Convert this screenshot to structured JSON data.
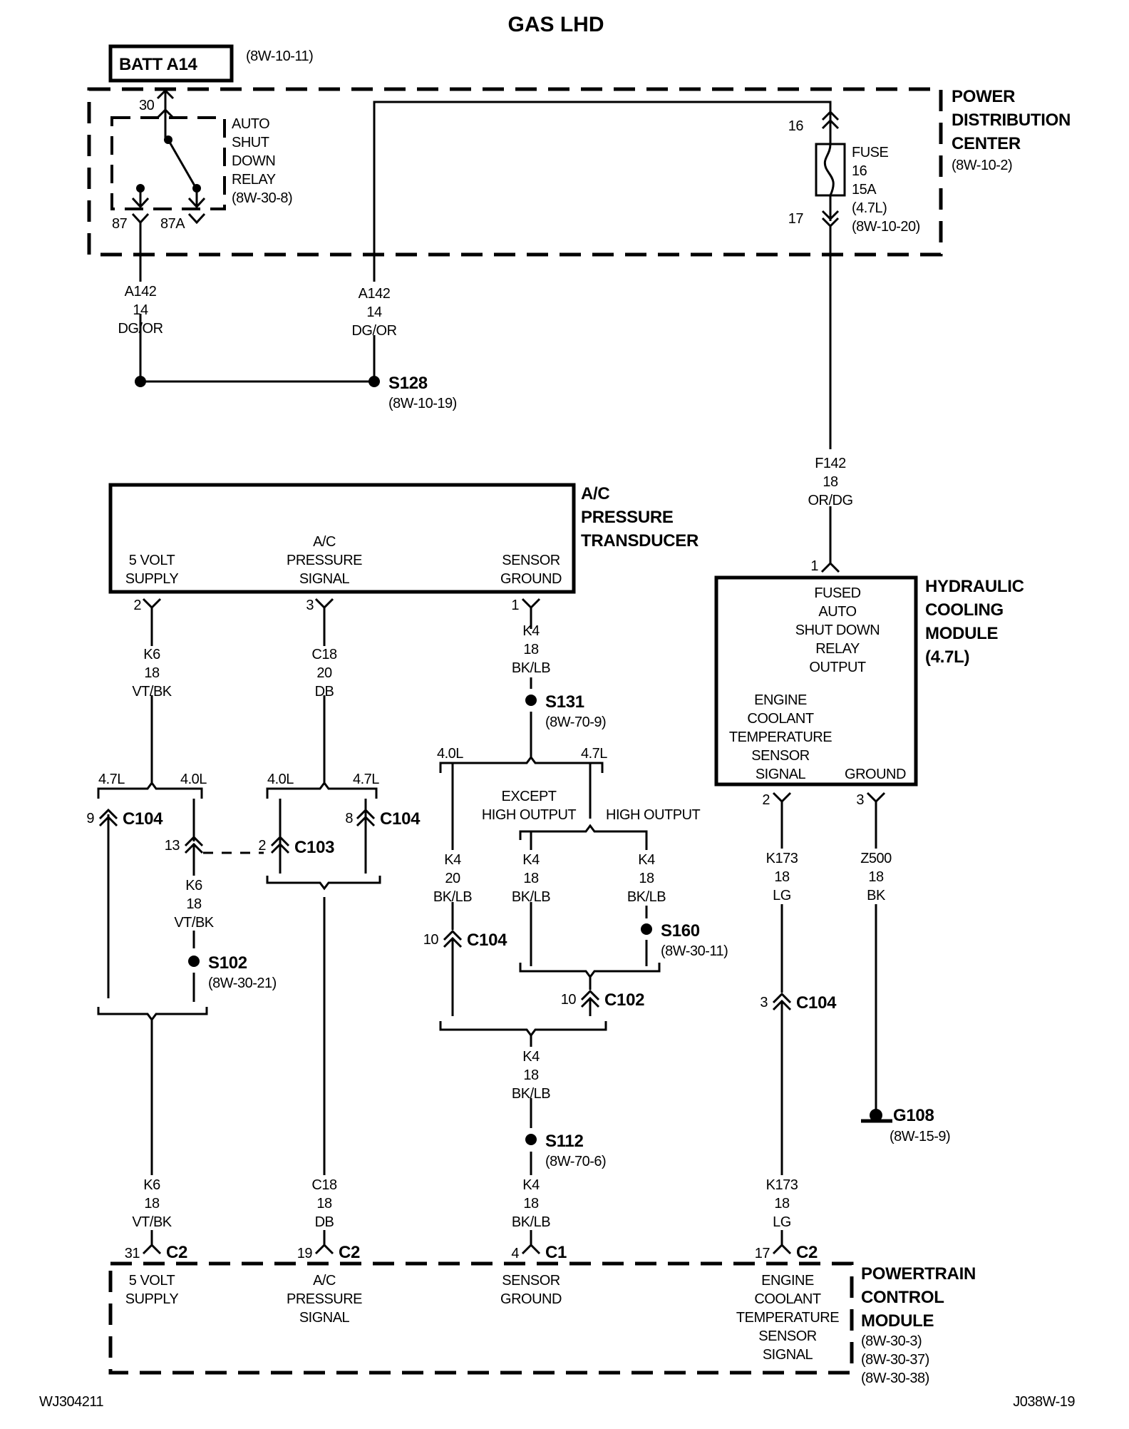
{
  "title": "GAS LHD",
  "footer": {
    "left": "WJ304211",
    "right": "J038W-19"
  },
  "batt": {
    "label": "BATT A14",
    "ref": "(8W-10-11)"
  },
  "pdc": {
    "name": [
      "POWER",
      "DISTRIBUTION",
      "CENTER"
    ],
    "ref": "(8W-10-2)",
    "relay": {
      "label": [
        "AUTO",
        "SHUT",
        "DOWN",
        "RELAY",
        "(8W-30-8)"
      ],
      "pin_30": "30",
      "pin_87": "87",
      "pin_87a": "87A"
    },
    "fuse": {
      "label": [
        "FUSE",
        "16",
        "15A",
        "(4.7L)",
        "(8W-10-20)"
      ],
      "pin_in": "16",
      "pin_out": "17"
    }
  },
  "wires": {
    "a142_left": [
      "A142",
      "14",
      "DG/OR"
    ],
    "a142_right": [
      "A142",
      "14",
      "DG/OR"
    ],
    "f142": [
      "F142",
      "18",
      "OR/DG"
    ],
    "k6_top": [
      "K6",
      "18",
      "VT/BK"
    ],
    "c18_top": [
      "C18",
      "20",
      "DB"
    ],
    "k4_top": [
      "K4",
      "18",
      "BK/LB"
    ],
    "k6_mid": [
      "K6",
      "18",
      "VT/BK"
    ],
    "k4_40": [
      "K4",
      "20",
      "BK/LB"
    ],
    "k4_eho": [
      "K4",
      "18",
      "BK/LB"
    ],
    "k4_ho": [
      "K4",
      "18",
      "BK/LB"
    ],
    "k173_top": [
      "K173",
      "18",
      "LG"
    ],
    "z500": [
      "Z500",
      "18",
      "BK"
    ],
    "k4_mid": [
      "K4",
      "18",
      "BK/LB"
    ],
    "k6_bot": [
      "K6",
      "18",
      "VT/BK"
    ],
    "c18_bot": [
      "C18",
      "18",
      "DB"
    ],
    "k4_bot": [
      "K4",
      "18",
      "BK/LB"
    ],
    "k173_bot": [
      "K173",
      "18",
      "LG"
    ]
  },
  "splices": {
    "s128": {
      "name": "S128",
      "ref": "(8W-10-19)"
    },
    "s131": {
      "name": "S131",
      "ref": "(8W-70-9)"
    },
    "s102": {
      "name": "S102",
      "ref": "(8W-30-21)"
    },
    "s160": {
      "name": "S160",
      "ref": "(8W-30-11)"
    },
    "s112": {
      "name": "S112",
      "ref": "(8W-70-6)"
    }
  },
  "ground": {
    "name": "G108",
    "ref": "(8W-15-9)"
  },
  "transducer": {
    "name": [
      "A/C",
      "PRESSURE",
      "TRANSDUCER"
    ],
    "pin_5v": [
      "5 VOLT",
      "SUPPLY"
    ],
    "pin_sig": [
      "A/C",
      "PRESSURE",
      "SIGNAL"
    ],
    "pin_gnd": [
      "SENSOR",
      "GROUND"
    ],
    "pins": [
      "2",
      "3",
      "1"
    ]
  },
  "hcm": {
    "name": [
      "HYDRAULIC",
      "COOLING",
      "MODULE",
      "(4.7L)"
    ],
    "asd": [
      "FUSED",
      "AUTO",
      "SHUT DOWN",
      "RELAY",
      "OUTPUT"
    ],
    "ect": [
      "ENGINE",
      "COOLANT",
      "TEMPERATURE",
      "SENSOR",
      "SIGNAL"
    ],
    "gnd": "GROUND",
    "pin_1": "1",
    "pin_2": "2",
    "pin_3": "3"
  },
  "options": {
    "l40": "4.0L",
    "l47": "4.7L",
    "except_ho": [
      "EXCEPT",
      "HIGH OUTPUT"
    ],
    "ho": "HIGH OUTPUT"
  },
  "connectors": {
    "c104": "C104",
    "c103": "C103",
    "c102": "C102",
    "c1": "C1",
    "c2": "C2",
    "p9": "9",
    "p13": "13",
    "p2": "2",
    "p8": "8",
    "p10a": "10",
    "p10b": "10",
    "p3": "3",
    "p31": "31",
    "p19": "19",
    "p4": "4",
    "p17": "17"
  },
  "pcm": {
    "name": [
      "POWERTRAIN",
      "CONTROL",
      "MODULE"
    ],
    "refs": [
      "(8W-30-3)",
      "(8W-30-37)",
      "(8W-30-38)"
    ],
    "pin_5v": [
      "5 VOLT",
      "SUPPLY"
    ],
    "pin_sig": [
      "A/C",
      "PRESSURE",
      "SIGNAL"
    ],
    "pin_gnd": [
      "SENSOR",
      "GROUND"
    ],
    "pin_ect": [
      "ENGINE",
      "COOLANT",
      "TEMPERATURE",
      "SENSOR",
      "SIGNAL"
    ]
  }
}
